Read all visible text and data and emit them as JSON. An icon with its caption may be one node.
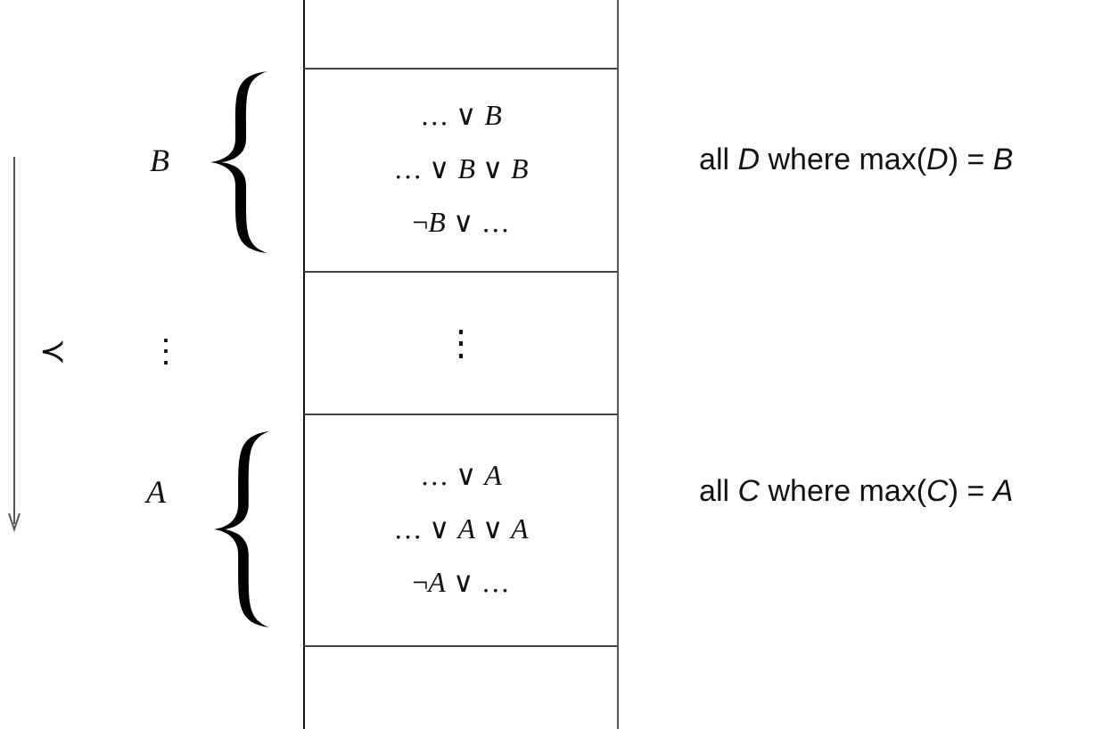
{
  "diagram": {
    "nodes": [
      {
        "text": [],
        "shape": "box"
      },
      {
        "text": [],
        "shape": "brace"
      },
      {
        "text": [
          "… ∨ *B*",
          "… ∨ *B* ∨ *B*",
          "¬*B* ∨ …"
        ],
        "beside": [
          "all *D* where max(*D*) = *B*"
        ]
      },
      {
        "text": [
          "⋮"
        ]
      },
      {
        "text": [],
        "shape": "brace"
      },
      {
        "text": [
          "… ∨ *A*",
          "… ∨ *A* ∨ *A*",
          "¬*A* ∨ …"
        ],
        "beside": [
          "all *C* where max(*C*) = *A*"
        ]
      },
      {
        "text": [],
        "shape": "box"
      }
    ],
    "labels": [
      "*B*",
      "≺",
      "⋮",
      "*A*"
    ]
  }
}
